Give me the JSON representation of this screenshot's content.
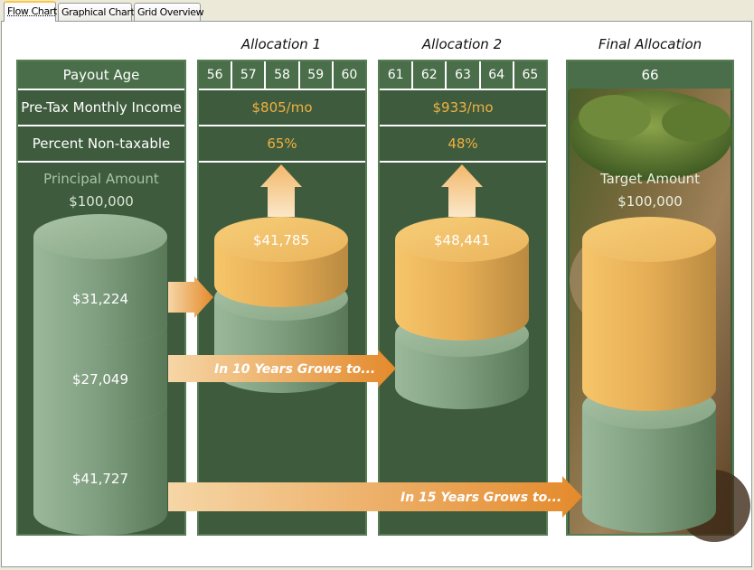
{
  "tabs": [
    {
      "label": "Flow Chart",
      "active": true
    },
    {
      "label": "Graphical Chart",
      "active": false
    },
    {
      "label": "Grid Overview",
      "active": false
    }
  ],
  "labels_column": {
    "payout_age": "Payout Age",
    "pretax_income": "Pre-Tax Monthly Income",
    "percent_nontaxable": "Percent Non-taxable",
    "principal_title": "Principal Amount",
    "principal_value": "$100,000"
  },
  "allocation1": {
    "title": "Allocation 1",
    "ages": [
      "56",
      "57",
      "58",
      "59",
      "60"
    ],
    "income": "$805/mo",
    "percent": "65%",
    "cylinder_value": "$41,785"
  },
  "allocation2": {
    "title": "Allocation 2",
    "ages": [
      "61",
      "62",
      "63",
      "64",
      "65"
    ],
    "income": "$933/mo",
    "percent": "48%",
    "cylinder_value": "$48,441"
  },
  "final": {
    "title": "Final Allocation",
    "age": "66",
    "target_title": "Target Amount",
    "target_value": "$100,000"
  },
  "principal_segments": [
    "$31,224",
    "$27,049",
    "$41,727"
  ],
  "arrows": {
    "ten_years": "In 10 Years Grows to...",
    "fifteen_years": "In 15 Years Grows to..."
  },
  "colors": {
    "panel_green": "#3e5c3d",
    "header_green": "#4a6e49",
    "gold_text": "#f0b040",
    "cylinder_green": "#7a9a7a",
    "cylinder_gold": "#efbb60",
    "arrow_orange": "#e8953a"
  }
}
